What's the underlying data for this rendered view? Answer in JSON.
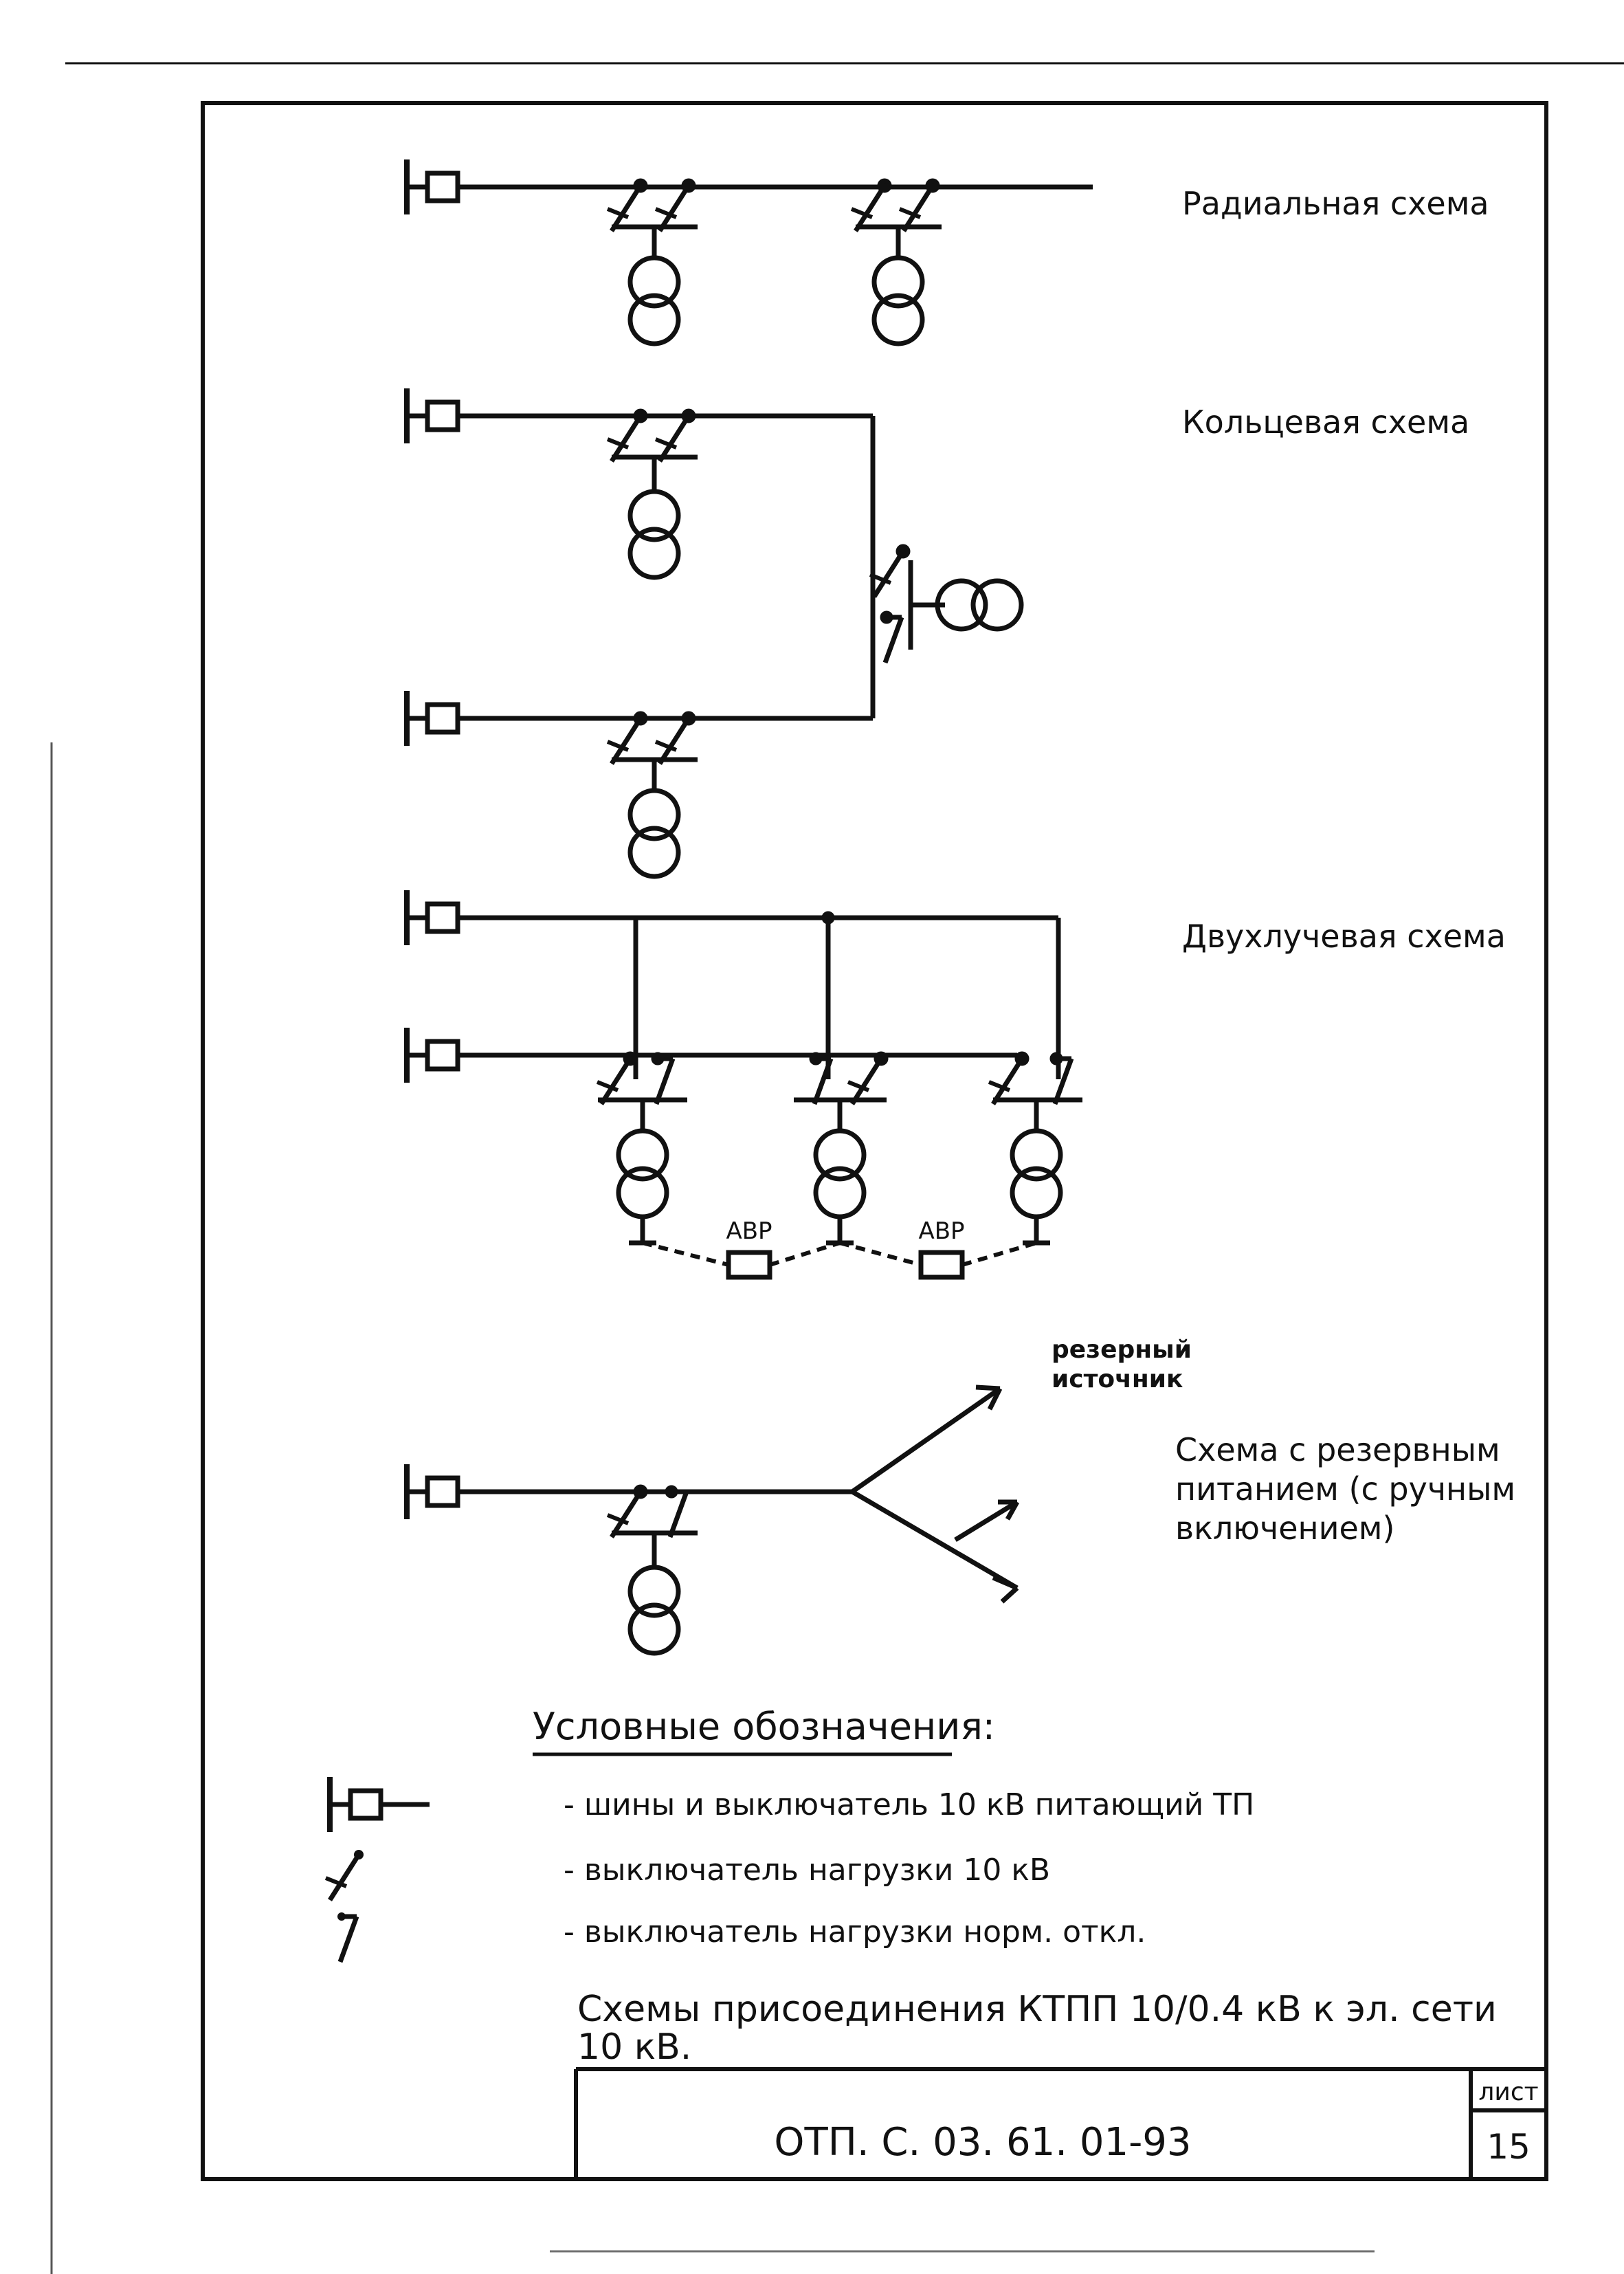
{
  "schemes": {
    "radial": "Радиальная схема",
    "ring": "Кольцевая схема",
    "two_beam": "Двухлучевая схема",
    "reserve_line1": "Схема с резервным",
    "reserve_line2": "питанием (с ручным",
    "reserve_line3": "включением)"
  },
  "labels": {
    "avr_1": "АВР",
    "avr_2": "АВР",
    "reserve_source_line1": "резерный",
    "reserve_source_line2": "источник"
  },
  "legend": {
    "title": "Условные обозначения:",
    "items": [
      {
        "text": "- шины и выключатель 10 кВ питающий ТП"
      },
      {
        "text": "- выключатель нагрузки 10 кВ"
      },
      {
        "text": "- выключатель нагрузки норм. откл."
      }
    ]
  },
  "caption": {
    "line1": "Схемы присоединения КТПП 10/0.4 кВ к эл. сети",
    "line2": "10 кВ."
  },
  "title_block": {
    "code": "ОТП. С. 03. 61. 01-93",
    "sheet_label": "лист",
    "sheet_number": "15"
  }
}
